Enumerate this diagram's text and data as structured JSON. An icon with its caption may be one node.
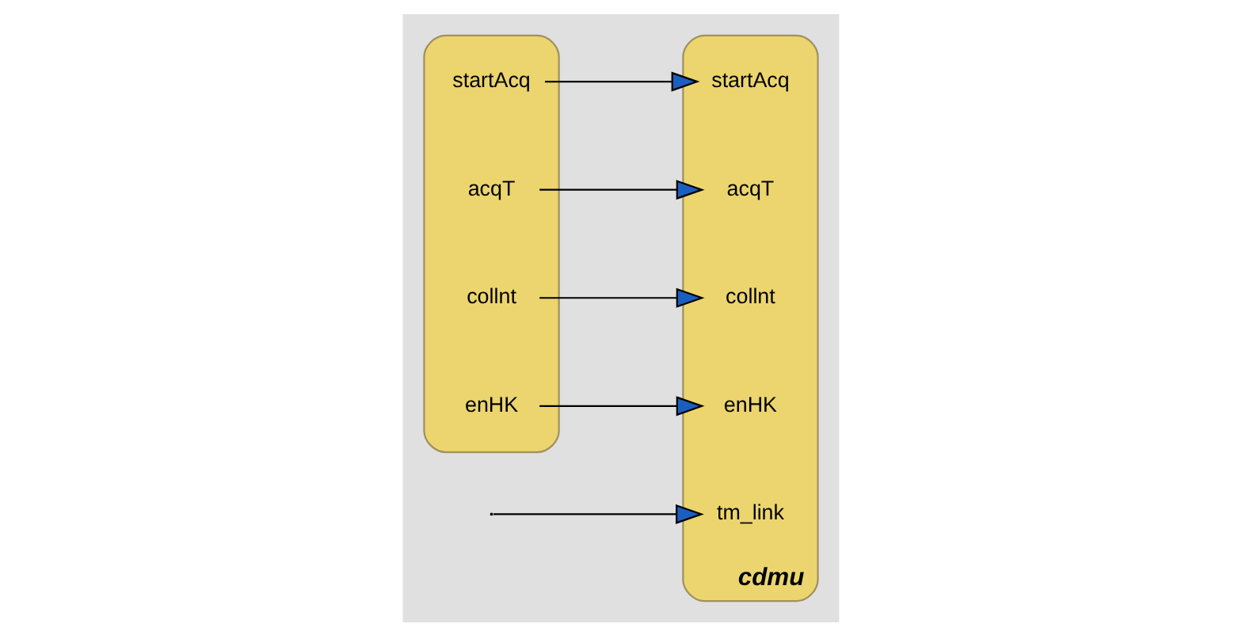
{
  "diagram": {
    "nodes": [
      {
        "text": [],
        "shape": "box"
      },
      {
        "text": [
          "startAcq"
        ],
        "in": 0
      },
      {
        "text": [
          "acqT"
        ],
        "in": 0
      },
      {
        "text": [
          "collnt"
        ],
        "in": 0
      },
      {
        "text": [
          "enHK"
        ],
        "in": 0
      },
      {
        "text": [
          "cdmu"
        ]
      },
      {
        "text": [
          "tm_link"
        ],
        "in": 5
      },
      {
        "text": [
          "startAcq"
        ],
        "in": 5
      },
      {
        "text": [
          "acqT"
        ],
        "in": 5
      },
      {
        "text": [
          "collnt"
        ],
        "in": 5
      },
      {
        "text": [
          "enHK"
        ],
        "in": 5
      }
    ],
    "edges": [
      {
        "from": 1,
        "to": 7,
        "arrow": "to"
      },
      {
        "from": 2,
        "to": 8,
        "arrow": "to"
      },
      {
        "from": 3,
        "to": 9,
        "arrow": "to"
      },
      {
        "from": 4,
        "to": 10,
        "arrow": "to"
      },
      {
        "from": null,
        "to": 6,
        "arrow": "to"
      }
    ]
  }
}
